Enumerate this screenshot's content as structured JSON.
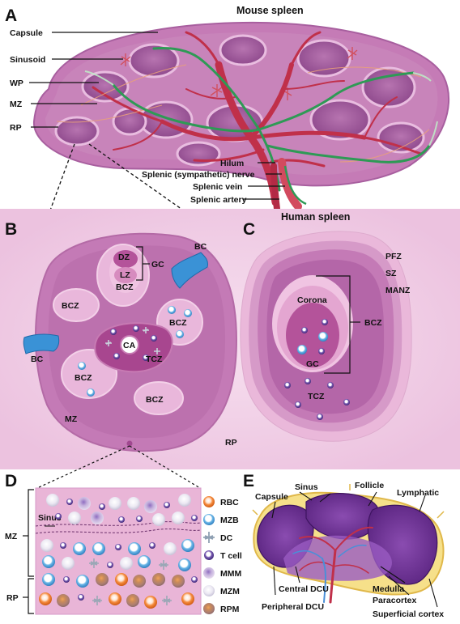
{
  "panels": {
    "A": {
      "letter": "A",
      "title": "Mouse spleen",
      "labels": {
        "capsule": "Capsule",
        "sinusoid": "Sinusoid",
        "wp": "WP",
        "mz": "MZ",
        "rp": "RP",
        "hilum": "Hilum",
        "nerve": "Splenic (sympathetic) nerve",
        "vein": "Splenic vein",
        "artery": "Splenic artery"
      }
    },
    "B": {
      "letter": "B",
      "labels": {
        "dz": "DZ",
        "gc": "GC",
        "lz": "LZ",
        "bcz_top": "BCZ",
        "bcz_left": "BCZ",
        "bcz_right": "BCZ",
        "bcz_lowleft": "BCZ",
        "bcz_bottom": "BCZ",
        "bc_top": "BC",
        "bc_left": "BC",
        "ca": "CA",
        "tcz": "TCZ",
        "mz": "MZ",
        "rp": "RP"
      }
    },
    "C": {
      "letter": "C",
      "title": "Human  spleen",
      "labels": {
        "pfz": "PFZ",
        "sz": "SZ",
        "manz": "MANZ",
        "corona": "Corona",
        "bcz": "BCZ",
        "gc": "GC",
        "tcz": "TCZ"
      }
    },
    "D": {
      "letter": "D",
      "labels": {
        "mz": "MZ",
        "sinus": "Sinus",
        "rp": "RP"
      },
      "legend": [
        {
          "key": "rbc",
          "label": "RBC",
          "color": "#f07a2a"
        },
        {
          "key": "mzb",
          "label": "MZB",
          "color": "#4a9fd8"
        },
        {
          "key": "dc",
          "label": "DC",
          "color": "#9aa7b6"
        },
        {
          "key": "tcell",
          "label": "T cell",
          "color": "#5b3f9a"
        },
        {
          "key": "mmm",
          "label": "MMM",
          "color": "#c9b3d9"
        },
        {
          "key": "mzm",
          "label": "MZM",
          "color": "#e3e1ee"
        },
        {
          "key": "rpm",
          "label": "RPM",
          "color": "#b08a6a"
        }
      ]
    },
    "E": {
      "letter": "E",
      "labels": {
        "sinus": "Sinus",
        "follicle": "Follicle",
        "capsule": "Capsule",
        "lymphatic": "Lymphatic",
        "central_dcu": "Central DCU",
        "peripheral_dcu": "Peripheral DCU",
        "medulla": "Medulla",
        "paracortex": "Paracortex",
        "superficial_cortex": "Superficial cortex"
      }
    }
  },
  "colors": {
    "spleen_fill": "#c57bb6",
    "follicle_fill": "#9e5a9a",
    "artery": "#c0304a",
    "nerve": "#2e9a55",
    "cell_purple": "#5b3f9a",
    "cell_blue": "#4a9fd8",
    "rp_background": "#f3d3ea",
    "lymph_node": "#6a2f8c"
  }
}
